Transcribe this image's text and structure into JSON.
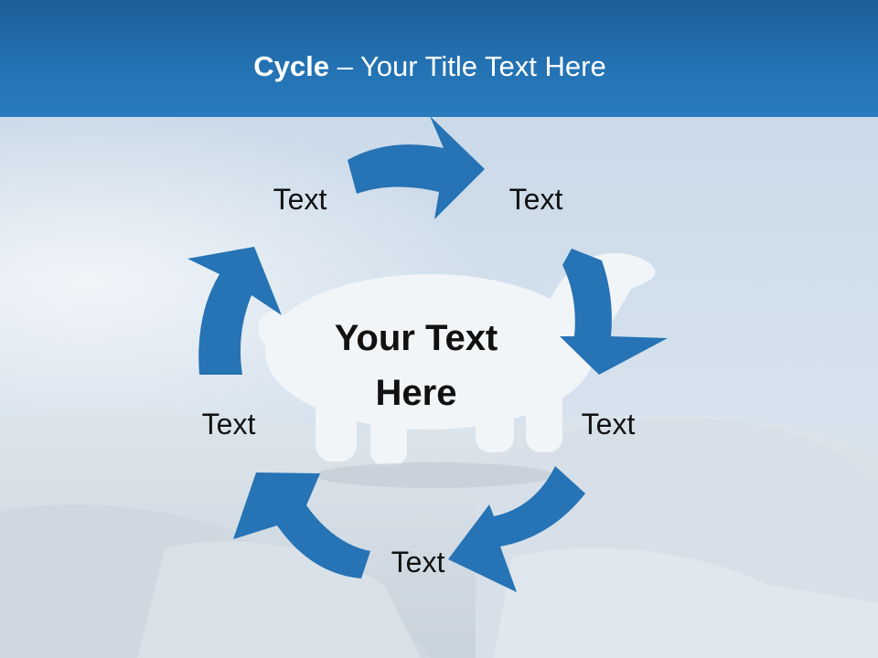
{
  "slide": {
    "title_bold": "Cycle",
    "title_rest": " – Your Title Text Here",
    "center_line1": "Your Text",
    "center_line2": "Here",
    "nodes": [
      "Text",
      "Text",
      "Text",
      "Text",
      "Text"
    ],
    "colors": {
      "arrow": "#2673b5",
      "band": "#2473b4"
    }
  }
}
